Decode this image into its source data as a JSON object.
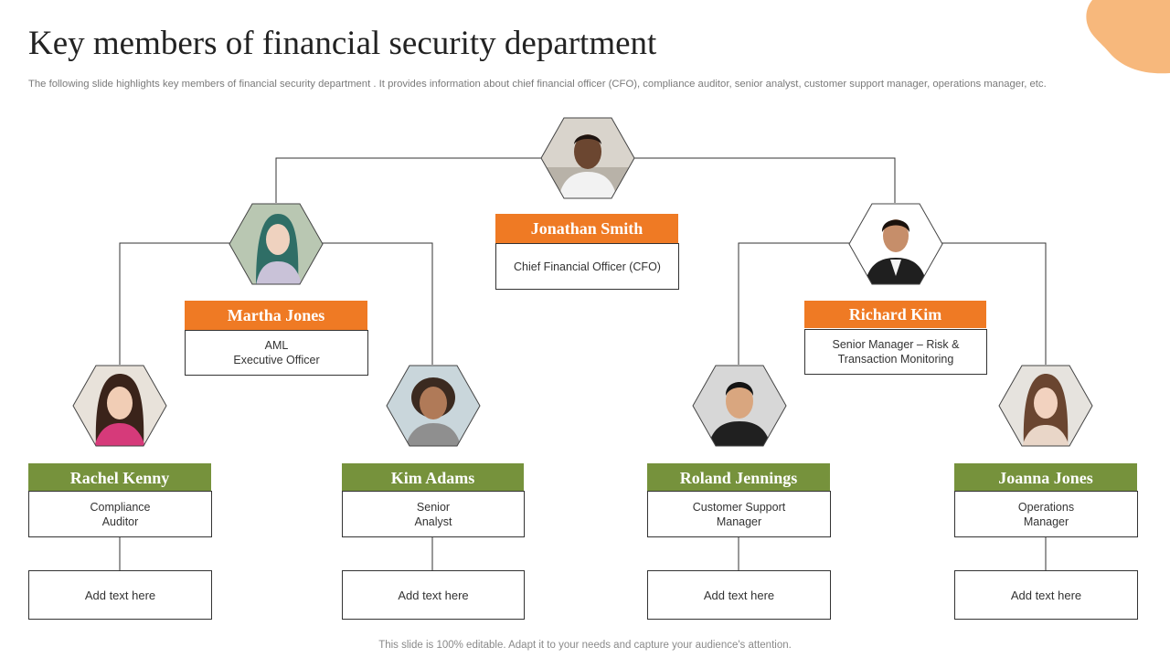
{
  "title": "Key members of financial security department",
  "subtitle": "The following slide highlights key members of financial security department . It provides information about chief financial officer (CFO),  compliance auditor, senior analyst, customer support manager, operations manager, etc.",
  "footer": "This slide is 100% editable. Adapt it to your needs and capture your audience's attention.",
  "colors": {
    "orange": "#ef7a24",
    "green": "#76923c",
    "accent_blob": "#f7b87c"
  },
  "members": {
    "cfo": {
      "name": "Jonathan Smith",
      "role": "Chief Financial Officer (CFO)"
    },
    "aml": {
      "name": "Martha Jones",
      "role": "AML\nExecutive Officer"
    },
    "risk": {
      "name": "Richard Kim",
      "role": "Senior Manager – Risk &\nTransaction Monitoring"
    },
    "compliance": {
      "name": "Rachel Kenny",
      "role": "Compliance\nAuditor",
      "note": "Add text here"
    },
    "analyst": {
      "name": "Kim Adams",
      "role": "Senior\nAnalyst",
      "note": "Add text here"
    },
    "support": {
      "name": "Roland Jennings",
      "role": "Customer Support\nManager",
      "note": "Add text here"
    },
    "operations": {
      "name": "Joanna Jones",
      "role": "Operations\nManager",
      "note": "Add text here"
    }
  }
}
